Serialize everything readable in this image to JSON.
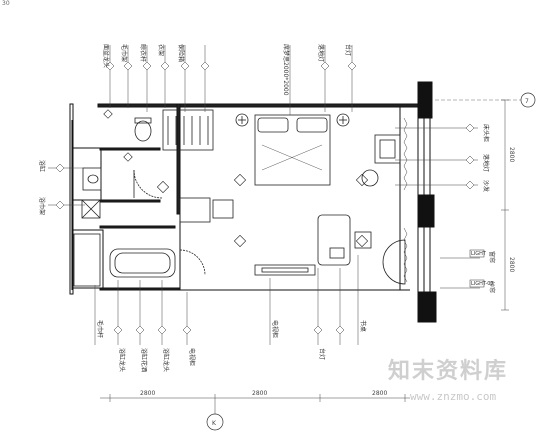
{
  "page_id": "30",
  "watermark": {
    "text": "知末资料库",
    "url": "www.znzmo.com"
  },
  "top_labels": [
    "面盆龙头",
    "毛巾架",
    "晾衣杆",
    "衣架",
    "保险箱",
    "席梦思2000*2000",
    "落地灯",
    "台灯"
  ],
  "left_labels": [
    "浴缸",
    "浴巾架"
  ],
  "right_labels": [
    "床头柜",
    "落地灯",
    "沙发",
    "窗帘",
    "纱帘",
    "LIGHT",
    "LIGHT-02"
  ],
  "bottom_labels": [
    "毛巾杆",
    "浴缸龙头",
    "浴缸花洒",
    "浴缸龙头",
    "电视柜",
    "电视柜",
    "台灯",
    "书桌"
  ],
  "dimensions": {
    "left": "2800",
    "middle": "2800",
    "right": "2800",
    "right_upper": "2800",
    "right_lower": "2800"
  },
  "grid_axis": {
    "bottom": "K",
    "right": "7"
  },
  "bed_label": "席梦思2000*2000"
}
